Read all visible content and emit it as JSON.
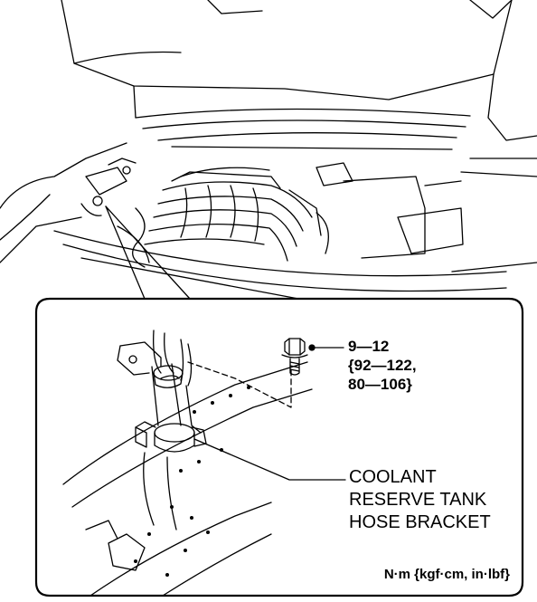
{
  "torque": {
    "line1": "9—12",
    "line2": "{92—122,",
    "line3": "80—106}"
  },
  "part_label": {
    "line1": "COOLANT",
    "line2": "RESERVE TANK",
    "line3": "HOSE BRACKET"
  },
  "units": "N·m {kgf·cm, in·lbf}"
}
